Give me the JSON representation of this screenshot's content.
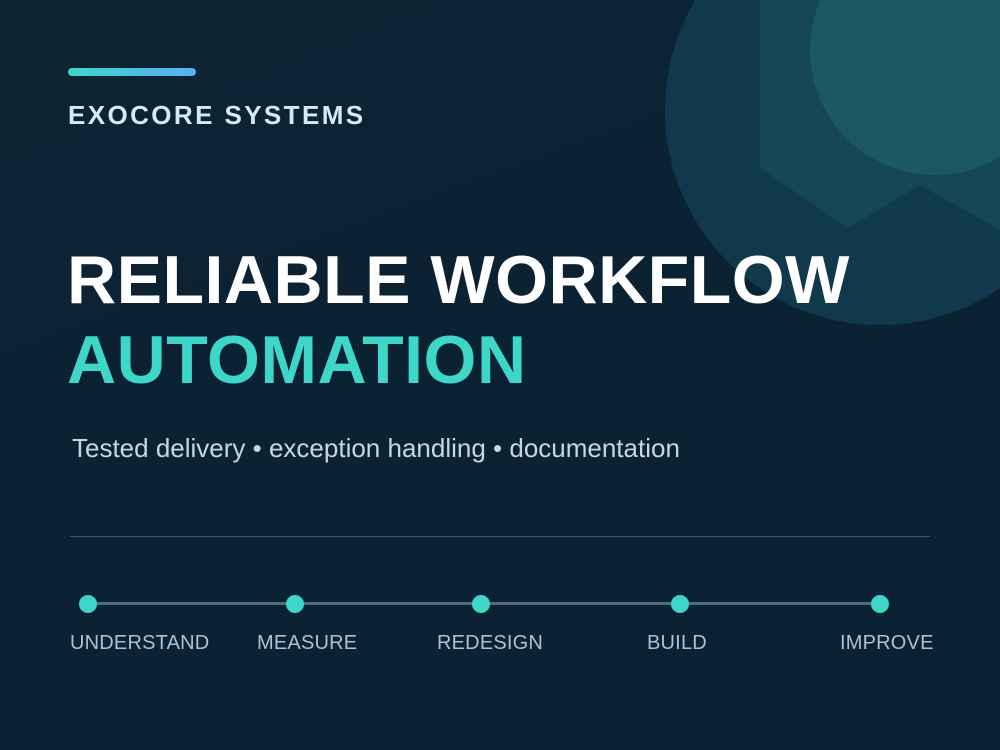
{
  "brand": {
    "name": "EXOCORE SYSTEMS"
  },
  "headline": {
    "line1": "RELIABLE WORKFLOW",
    "line2": "AUTOMATION"
  },
  "subtitle": "Tested delivery • exception handling • documentation",
  "process": {
    "steps": [
      {
        "label": "UNDERSTAND"
      },
      {
        "label": "MEASURE"
      },
      {
        "label": "REDESIGN"
      },
      {
        "label": "BUILD"
      },
      {
        "label": "IMPROVE"
      }
    ]
  },
  "colors": {
    "background": "#0b2233",
    "accent": "#3dd6c8",
    "accent_gradient_end": "#5aaef5",
    "headline": "#ffffff",
    "muted_text": "#aac3d0",
    "decoration": "#123e50"
  }
}
